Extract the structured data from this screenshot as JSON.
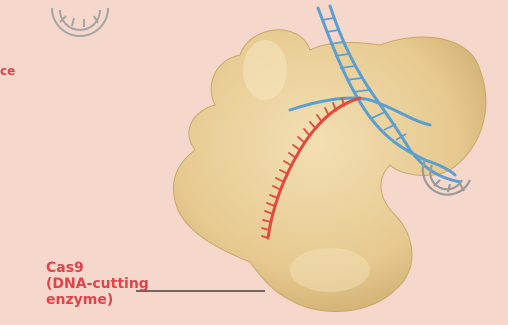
{
  "labels": {
    "cas9_line1": "Cas9",
    "cas9_line2": "(DNA-cutting",
    "cas9_line3": "enzyme)",
    "partial_left": "ce"
  },
  "colors": {
    "background": "#f6d7cc",
    "enzyme": "#e9cf9a",
    "guide_rna": "#e24a3e",
    "dna_blue": "#5b9fd1",
    "dna_gray": "#9a9a9a",
    "label_red": "#e0434a"
  }
}
